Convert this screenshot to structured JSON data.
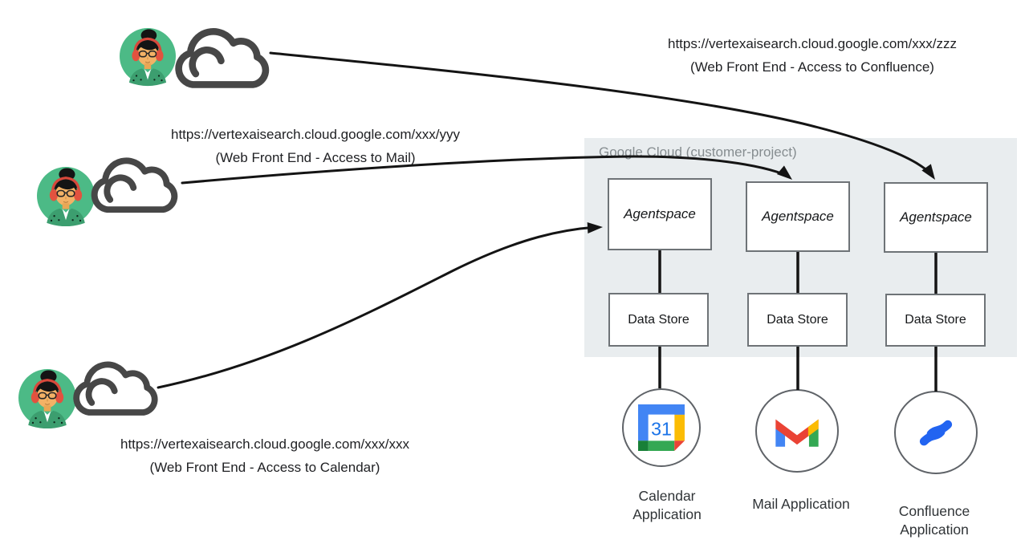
{
  "panel": {
    "label": "Google Cloud (customer-project)",
    "bg_color": "#e9edef",
    "label_color": "#868d90"
  },
  "requests": [
    {
      "url": "https://vertexaisearch.cloud.google.com/xxx/zzz",
      "caption": "(Web Front End - Access to Confluence)"
    },
    {
      "url": "https://vertexaisearch.cloud.google.com/xxx/yyy",
      "caption": "(Web Front End - Access to Mail)"
    },
    {
      "url": "https://vertexaisearch.cloud.google.com/xxx/xxx",
      "caption": "(Web Front End - Access to Calendar)"
    }
  ],
  "pipelines": [
    {
      "engine": "Agentspace",
      "store": "Data Store",
      "app": "Calendar Application",
      "icon": "google-calendar-icon"
    },
    {
      "engine": "Agentspace",
      "store": "Data Store",
      "app": "Mail Application",
      "icon": "gmail-icon"
    },
    {
      "engine": "Agentspace",
      "store": "Data Store",
      "app": "Confluence Application",
      "icon": "confluence-icon"
    }
  ],
  "users": [
    {
      "icon": "woman-headset-avatar",
      "device": "cloud-icon"
    },
    {
      "icon": "woman-headset-avatar",
      "device": "cloud-icon"
    },
    {
      "icon": "woman-headset-avatar",
      "device": "cloud-icon"
    }
  ],
  "colors": {
    "arrow": "#141414",
    "box_border": "#6e7377",
    "cloud_stroke": "#474747",
    "avatar_green": "#4CBA86",
    "calendar_blue": "#4285F4",
    "calendar_yellow": "#FBBC04",
    "calendar_green": "#34A853",
    "calendar_red": "#EA4335",
    "gmail_blue": "#4285F4",
    "gmail_green": "#34A853",
    "gmail_yellow": "#FBBC04",
    "gmail_red": "#EA4335",
    "confluence_blue": "#2264F1"
  }
}
